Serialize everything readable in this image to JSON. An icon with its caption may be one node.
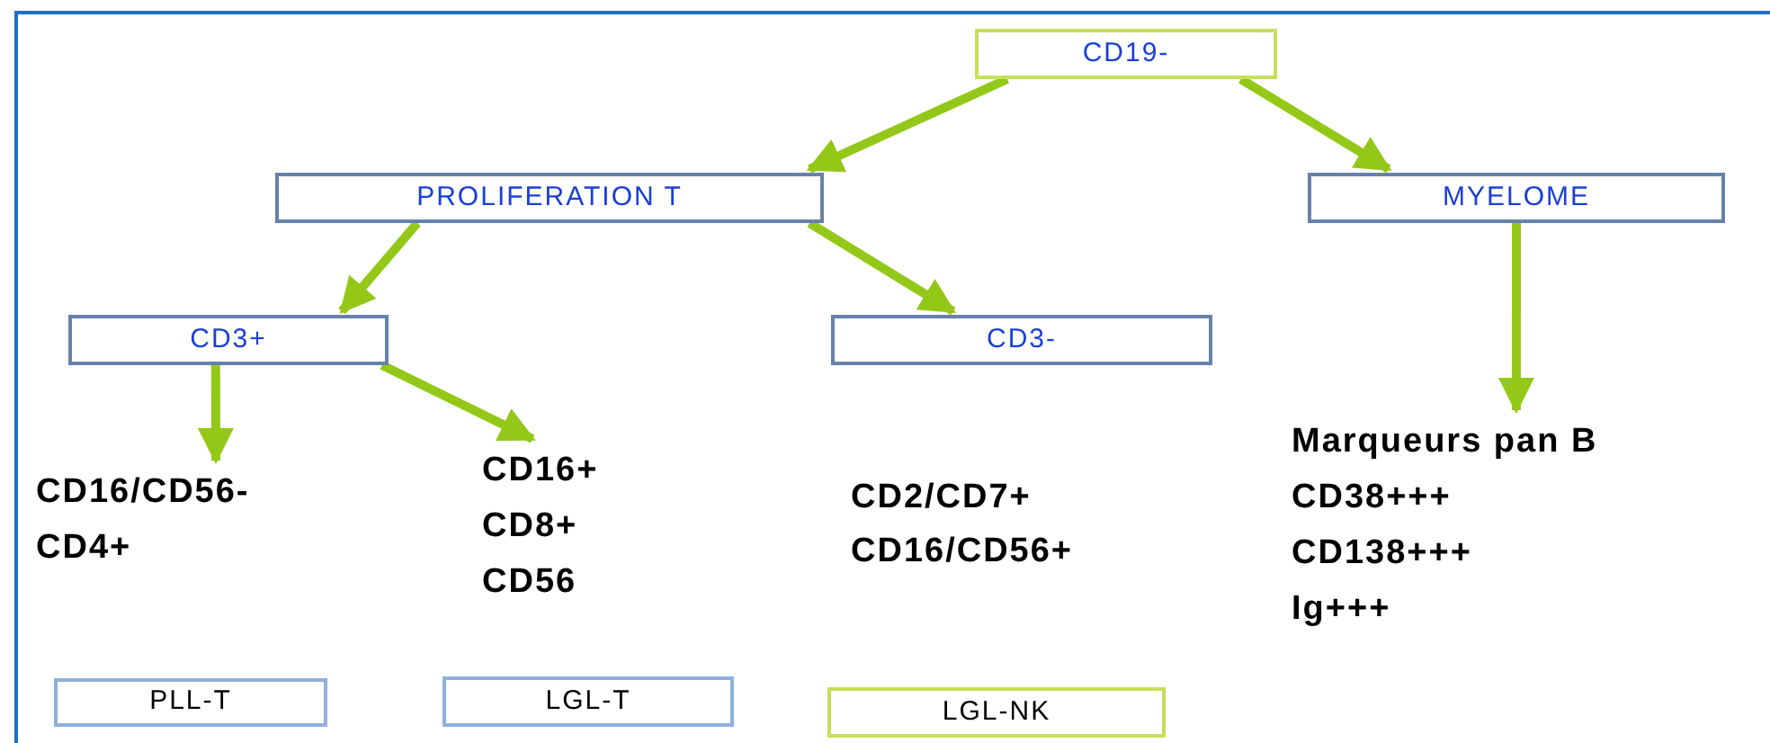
{
  "diagram": {
    "nodes": [
      {
        "text": [
          "CD19-"
        ]
      },
      {
        "text": [
          "PROLIFERATION T"
        ]
      },
      {
        "text": [
          "MYELOME"
        ]
      },
      {
        "text": [
          "CD3+"
        ]
      },
      {
        "text": [
          "CD3-"
        ]
      },
      {
        "text": [
          "CD16/CD56-",
          "CD4+"
        ]
      },
      {
        "text": [
          "CD16+",
          "CD8+",
          "CD56"
        ]
      },
      {
        "text": [
          "Marqueurs pan B",
          "CD38+++",
          "CD138+++",
          "Ig+++"
        ]
      },
      {
        "text": [
          "PLL-T"
        ]
      },
      {
        "text": [
          "LGL-T"
        ]
      },
      {
        "text": [
          "LGL-NK"
        ]
      }
    ],
    "edges": [
      {
        "from": 0,
        "to": 1,
        "arrow": "to"
      },
      {
        "from": 0,
        "to": 2,
        "arrow": "to"
      },
      {
        "from": 1,
        "to": 3,
        "arrow": "to"
      },
      {
        "from": 1,
        "to": 4,
        "arrow": "to"
      },
      {
        "from": 3,
        "to": 5,
        "arrow": "to"
      },
      {
        "from": 3,
        "to": 6,
        "arrow": "to"
      },
      {
        "from": 2,
        "to": 7,
        "arrow": "to"
      }
    ],
    "labels": [
      "CD2/CD7+",
      "CD16/CD56+"
    ]
  }
}
